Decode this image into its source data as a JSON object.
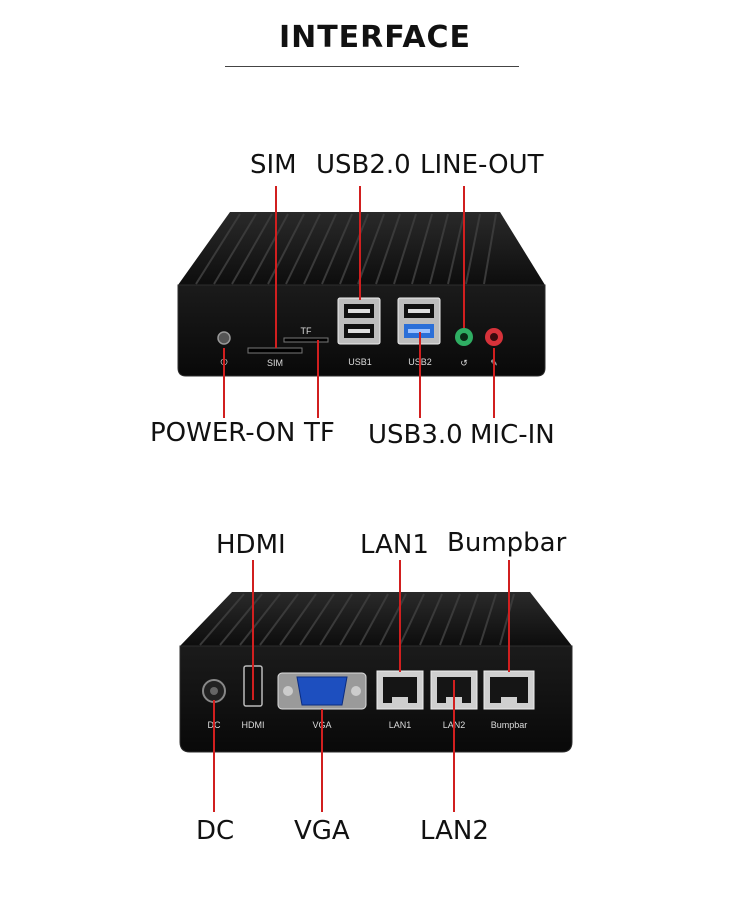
{
  "title": "INTERFACE",
  "front": {
    "labels_top": {
      "sim": "SIM",
      "usb20": "USB2.0",
      "line_out": "LINE-OUT"
    },
    "labels_bottom": {
      "power_on": "POWER-ON",
      "tf": "TF",
      "usb30": "USB3.0",
      "mic_in": "MIC-IN"
    },
    "port_prints": {
      "sim": "SIM",
      "tf": "TF",
      "usb1": "USB1",
      "usb2": "USB2"
    }
  },
  "back": {
    "labels_top": {
      "hdmi": "HDMI",
      "lan1": "LAN1",
      "bumpbar": "Bumpbar"
    },
    "labels_bottom": {
      "dc": "DC",
      "vga": "VGA",
      "lan2": "LAN2"
    },
    "port_prints": {
      "dc": "DC",
      "hdmi": "HDMI",
      "vga": "VGA",
      "lan1": "LAN1",
      "lan2": "LAN2",
      "bumpbar": "Bumpbar"
    }
  },
  "colors": {
    "callout_line": "#d11f1f",
    "chassis": "#141414",
    "usb3_blue": "#2b6fd8",
    "line_out_green": "#2fae63",
    "mic_red": "#d6323a",
    "vga_blue": "#1d4fbf"
  }
}
